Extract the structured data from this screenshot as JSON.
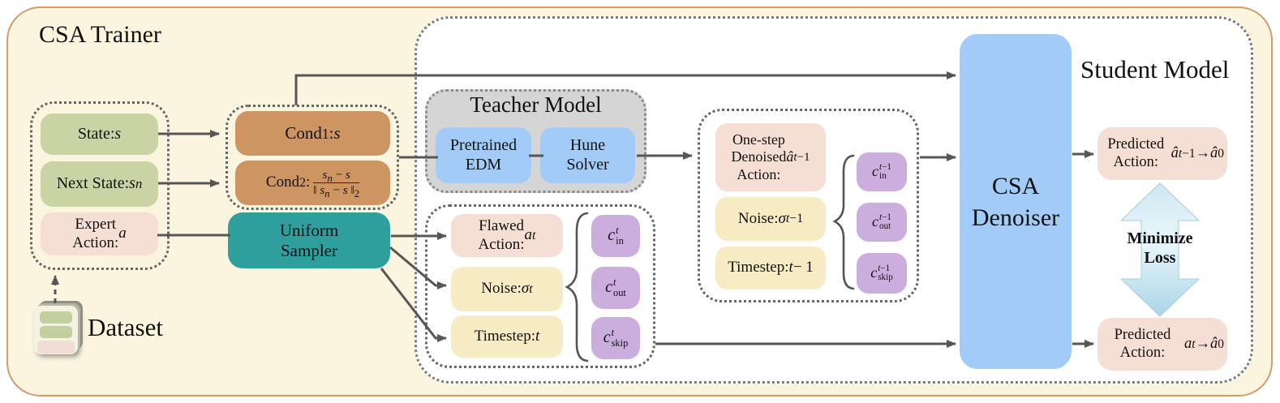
{
  "figure": {
    "title": "CSA Trainer"
  },
  "student": {
    "label": "Student Model"
  },
  "colors": {
    "frame_border": "#cf9d6e",
    "frame_bg": "#fbf5e0",
    "student_bg": "#ffffff",
    "green": "#cad3a3",
    "pink": "#f5ded4",
    "brown": "#cc9561",
    "teal": "#2f9f9d",
    "blue": "#a2ccf7",
    "gray": "#d5d5d5",
    "yellow": "#f7ebc4",
    "purple": "#cbaedd",
    "arrow": "#565656",
    "loss_arrow_fill": "#bfe0ef"
  },
  "inputs": {
    "state_html": "State: <i>s</i>",
    "next_state_html": "Next State: <i>s</i><sub><i>n</i></sub>",
    "expert_html": "Expert<br>Action: <i>a</i>"
  },
  "dataset": {
    "label": "Dataset"
  },
  "conds": {
    "cond1_html": "Cond<sub>1</sub>: <i>s</i>",
    "cond2_html": "Cond<sub>2</sub>: <span class='frac'><span class='num'><i>s</i><sub><i>n</i></sub> − <i>s</i></span><span class='den'>‖ <i>s</i><sub><i>n</i></sub> − <i>s</i> ‖<sub>2</sub></span></span>"
  },
  "sampler": {
    "label_html": "Uniform<br>Sampler"
  },
  "teacher": {
    "title": "Teacher Model",
    "edm_html": "Pretrained<br>EDM",
    "solver_html": "Hune<br>Solver"
  },
  "t_group": {
    "flawed_html": "Flawed<br>Action: <i>a</i><sup><i>t</i></sup>",
    "noise_html": "Noise: <i>σ</i><sup><i>t</i></sup>",
    "timestep_html": "Timestep: <i>t</i>",
    "c_in_html": "<i>c</i><span class='ss'><span class='sst'><i>t</i></span><span class='ssb'>in</span></span>",
    "c_out_html": "<i>c</i><span class='ss'><span class='sst'><i>t</i></span><span class='ssb'>out</span></span>",
    "c_skip_html": "<i>c</i><span class='ss'><span class='sst'><i>t</i></span><span class='ssb'>skip</span></span>"
  },
  "t1_group": {
    "onestep_html": "One-step<br>Denoised<br>Action: <i>â</i><sup><i>t</i>−1</sup>",
    "noise_html": "Noise: <i>σ</i><sup><i>t</i>−1</sup>",
    "timestep_html": "Timestep:<br><i>t</i> − 1",
    "c_in_html": "<i>c</i><span class='ss'><span class='sst'><i>t</i>−1</span><span class='ssb'>in</span></span>",
    "c_out_html": "<i>c</i><span class='ss'><span class='sst'><i>t</i>−1</span><span class='ssb'>out</span></span>",
    "c_skip_html": "<i>c</i><span class='ss'><span class='sst'><i>t</i>−1</span><span class='ssb'>skip</span></span>"
  },
  "denoiser": {
    "label_html": "CSA<br>Denoiser"
  },
  "outputs": {
    "top_html": "Predicted Action:<br><i>â</i><sup><i>t</i>−1</sup> → <i>â</i><sup>0</sup>",
    "bottom_html": "Predicted Action:<br><i>a</i><sup><i>t</i></sup> → <i>â</i><sup>0</sup>"
  },
  "loss": {
    "label_html": "Minimize<br>Loss"
  }
}
